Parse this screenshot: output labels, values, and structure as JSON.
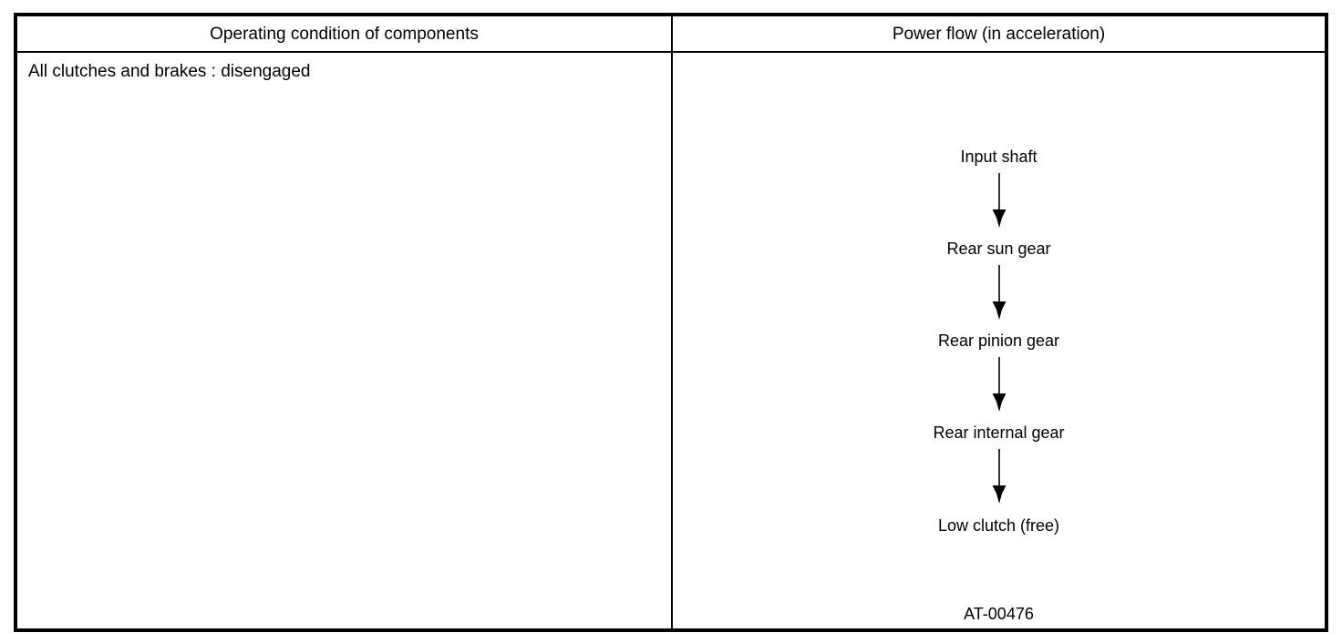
{
  "table": {
    "headers": {
      "left": "Operating condition of components",
      "right": "Power flow (in acceleration)"
    },
    "left_cell": {
      "condition": "All clutches and brakes : disengaged"
    },
    "right_cell": {
      "flow_nodes": [
        "Input shaft",
        "Rear sun gear",
        "Rear pinion gear",
        "Rear internal gear",
        "Low clutch (free)"
      ],
      "arrow_count": 4,
      "figure_code": "AT-00476"
    }
  },
  "colors": {
    "border": "#000000",
    "text": "#000000",
    "background": "#ffffff"
  }
}
